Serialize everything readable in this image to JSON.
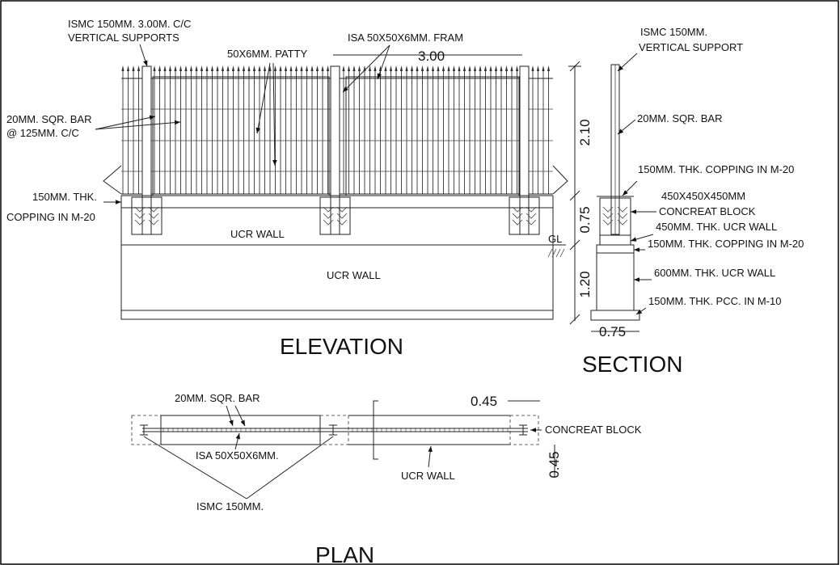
{
  "elevation": {
    "title": "ELEVATION",
    "labels": {
      "ismc_vertical_line1": "ISMC 150MM. 3.00M. C/C",
      "ismc_vertical_line2": "VERTICAL SUPPORTS",
      "patty": "50X6MM. PATTY",
      "isa_frame": "ISA 50X50X6MM. FRAM",
      "sqr_bar_line1": "20MM. SQR. BAR",
      "sqr_bar_line2": "@ 125MM. C/C",
      "copping_line1": "150MM. THK.",
      "copping_line2": "COPPING IN M-20",
      "ucr_wall_upper": "UCR WALL",
      "ucr_wall_lower": "UCR WALL",
      "gl": "GL"
    },
    "dimensions": {
      "span": "3.00",
      "fence_height": "2.10",
      "wall_height": "0.75",
      "foundation_depth": "1.20"
    }
  },
  "section": {
    "title": "SECTION",
    "labels": {
      "ismc_line1": "ISMC 150MM.",
      "ismc_line2": "VERTICAL SUPPORT",
      "sqr_bar": "20MM. SQR. BAR",
      "copping_top": "150MM. THK. COPPING IN M-20",
      "block_line1": "450X450X450MM",
      "block_line2": "CONCREAT BLOCK",
      "ucr_450": "450MM. THK. UCR WALL",
      "copping_bottom": "150MM. THK. COPPING IN M-20",
      "ucr_600": "600MM. THK. UCR WALL",
      "pcc": "150MM. THK. PCC. IN M-10"
    },
    "dimensions": {
      "base_width": "0.75"
    }
  },
  "plan": {
    "title": "PLAN",
    "labels": {
      "sqr_bar": "20MM. SQR. BAR",
      "isa": "ISA 50X50X6MM.",
      "ismc": "ISMC 150MM.",
      "ucr_wall": "UCR WALL",
      "block": "CONCREAT BLOCK"
    },
    "dimensions": {
      "block_width": "0.45",
      "block_depth": "0.45"
    }
  }
}
